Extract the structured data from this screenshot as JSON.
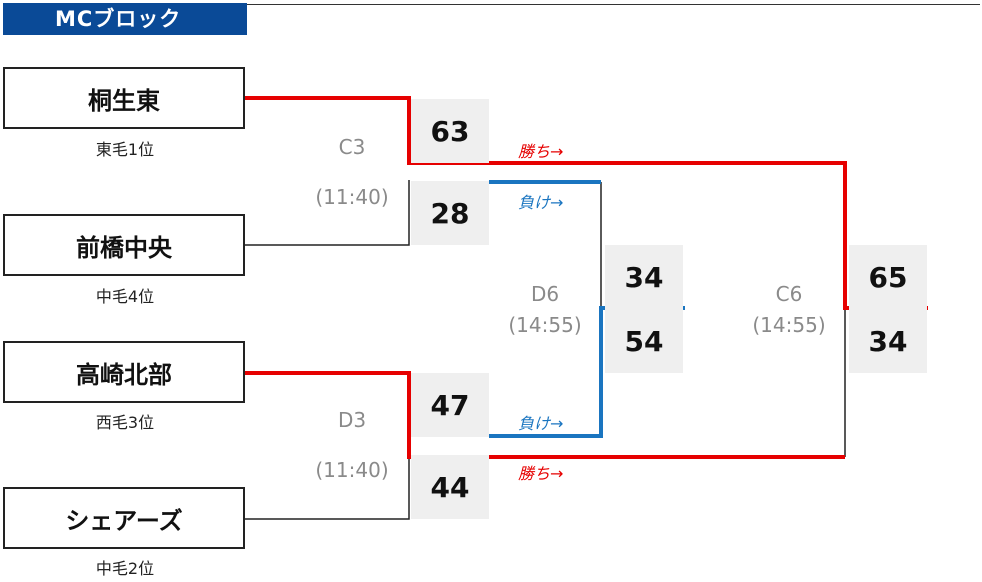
{
  "block": {
    "title": "MCブロック"
  },
  "teams": [
    {
      "name": "桐生東",
      "seed": "東毛1位"
    },
    {
      "name": "前橋中央",
      "seed": "中毛4位"
    },
    {
      "name": "高崎北部",
      "seed": "西毛3位"
    },
    {
      "name": "シェアーズ",
      "seed": "中毛2位"
    }
  ],
  "games": {
    "c3": {
      "code": "C3",
      "time": "(11:40)",
      "score_top": "63",
      "score_bottom": "28"
    },
    "d3": {
      "code": "D3",
      "time": "(11:40)",
      "score_top": "47",
      "score_bottom": "44"
    },
    "d6": {
      "code": "D6",
      "time": "(14:55)",
      "score_top": "34",
      "score_bottom": "54"
    },
    "c6": {
      "code": "C6",
      "time": "(14:55)",
      "score_top": "65",
      "score_bottom": "34"
    }
  },
  "labels": {
    "win": "勝ち→",
    "lose": "負け→"
  },
  "colors": {
    "win_line": "#e60000",
    "lose_line": "#1a75c0",
    "base_line": "#222222",
    "title_bg": "#0a4a97"
  }
}
